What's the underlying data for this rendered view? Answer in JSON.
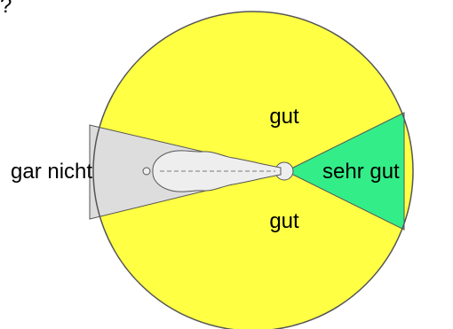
{
  "corner_mark": "?",
  "zones": {
    "top": {
      "label": "gut",
      "color": "#ffff44"
    },
    "bottom": {
      "label": "gut",
      "color": "#ffff44"
    },
    "right": {
      "label": "sehr gut",
      "color": "#33ee88"
    },
    "left": {
      "label": "gar nicht",
      "color": "#dddddd"
    }
  },
  "outline_color": "#555555",
  "animal_color": "#eeeeee"
}
